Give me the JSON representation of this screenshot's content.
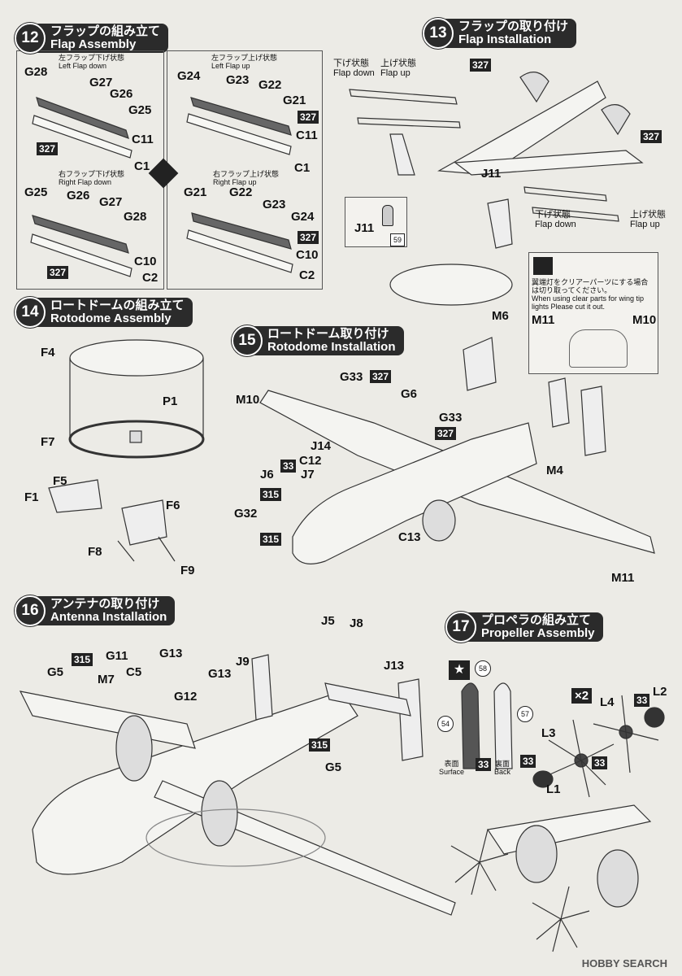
{
  "steps": {
    "s12": {
      "num": "12",
      "jp": "フラップの組み立て",
      "en": "Flap Assembly"
    },
    "s13": {
      "num": "13",
      "jp": "フラップの取り付け",
      "en": "Flap Installation"
    },
    "s14": {
      "num": "14",
      "jp": "ロートドームの組み立て",
      "en": "Rotodome Assembly"
    },
    "s15": {
      "num": "15",
      "jp": "ロートドーム取り付け",
      "en": "Rotodome Installation"
    },
    "s16": {
      "num": "16",
      "jp": "アンテナの取り付け",
      "en": "Antenna Installation"
    },
    "s17": {
      "num": "17",
      "jp": "プロペラの組み立て",
      "en": "Propeller Assembly"
    }
  },
  "flap_boxes": {
    "lfd": {
      "jp": "左フラップ下げ状態",
      "en": "Left Flap down"
    },
    "lfu": {
      "jp": "左フラップ上げ状態",
      "en": "Left Flap up"
    },
    "rfd": {
      "jp": "右フラップ下げ状態",
      "en": "Right Flap down"
    },
    "rfu": {
      "jp": "右フラップ上げ状態",
      "en": "Right Flap up"
    }
  },
  "flap_states": {
    "down_jp": "下げ状態",
    "down_en": "Flap down",
    "up_jp": "上げ状態",
    "up_en": "Flap up"
  },
  "note_clear": {
    "jp": "翼端灯をクリアーパーツにする場合は切り取ってください。",
    "en": "When using clear parts for wing tip lights Please cut it out."
  },
  "prop_labels": {
    "surface_jp": "表面",
    "surface_en": "Surface",
    "back_jp": "裏面",
    "back_en": "Back",
    "times": "×2"
  },
  "parts": {
    "G28a": "G28",
    "G27a": "G27",
    "G26a": "G26",
    "G25a": "G25",
    "C11a": "C11",
    "C1a": "C1",
    "G24a": "G24",
    "G23a": "G23",
    "G22a": "G22",
    "G21a": "G21",
    "C11b": "C11",
    "C1b": "C1",
    "G25b": "G25",
    "G26b": "G26",
    "G27b": "G27",
    "G28b": "G28",
    "C10a": "C10",
    "C2a": "C2",
    "G21b": "G21",
    "G22b": "G22",
    "G23b": "G23",
    "G24b": "G24",
    "C10b": "C10",
    "C2b": "C2",
    "J11a": "J11",
    "J11b": "J11",
    "F4": "F4",
    "P1": "P1",
    "F7": "F7",
    "F5": "F5",
    "F1": "F1",
    "F6": "F6",
    "F8": "F8",
    "F9": "F9",
    "M6": "M6",
    "M11a": "M11",
    "M10a": "M10",
    "M10b": "M10",
    "G33a": "G33",
    "G6": "G6",
    "G33b": "G33",
    "J14": "J14",
    "C12": "C12",
    "J6": "J6",
    "J7": "J7",
    "G32": "G32",
    "C13": "C13",
    "M4": "M4",
    "M11b": "M11",
    "J5": "J5",
    "J8": "J8",
    "J13": "J13",
    "G5a": "G5",
    "G11": "G11",
    "M7": "M7",
    "C5": "C5",
    "G13a": "G13",
    "G13b": "G13",
    "J9": "J9",
    "G12": "G12",
    "G5b": "G5",
    "L2": "L2",
    "L4": "L4",
    "L3": "L3",
    "L1": "L1"
  },
  "colors": {
    "c327": "327",
    "c59": "59",
    "c33": "33",
    "c315": "315",
    "c58": "58",
    "c54": "54",
    "c57": "57"
  },
  "watermark": "HOBBY SEARCH"
}
